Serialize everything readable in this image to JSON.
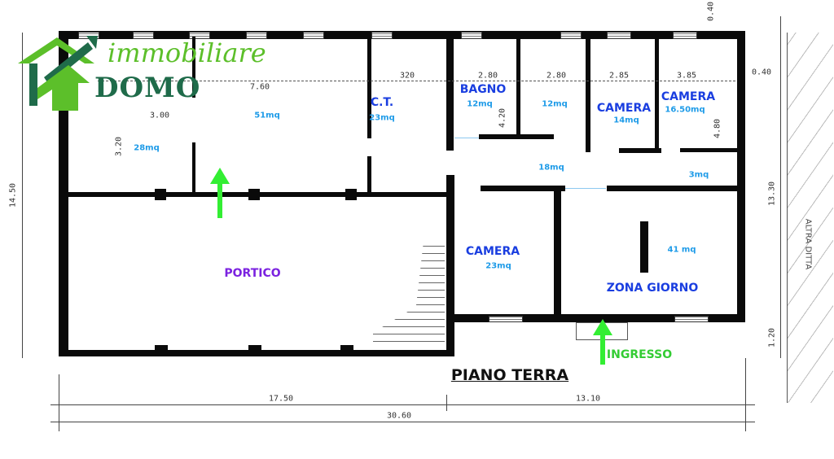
{
  "logo": {
    "line1": "immobiliare",
    "line2": "DOMO",
    "colors": {
      "light_green": "#5cbf2a",
      "dark_green": "#1f6b4a"
    }
  },
  "title": "PIANO TERRA",
  "rooms": [
    {
      "name": "",
      "area": "28mq"
    },
    {
      "name": "",
      "area": "51mq"
    },
    {
      "name": "C.T.",
      "area": "23mq"
    },
    {
      "name": "BAGNO",
      "area": "12mq"
    },
    {
      "name": "",
      "area": "12mq"
    },
    {
      "name": "CAMERA",
      "area": "14mq"
    },
    {
      "name": "CAMERA",
      "area": "16.50mq"
    },
    {
      "name": "",
      "area": "18mq"
    },
    {
      "name": "",
      "area": "3mq"
    },
    {
      "name": "PORTICO",
      "area": ""
    },
    {
      "name": "CAMERA",
      "area": "23mq"
    },
    {
      "name": "ZONA GIORNO",
      "area": "41 mq"
    }
  ],
  "entrance_label": "INGRESSO",
  "neighbour_label": "ALTRA DITTA",
  "dimensions": {
    "top": [
      "3.00",
      "7.60",
      "320",
      "2.80",
      "2.80",
      "2.85",
      "3.85",
      "0.40",
      "0.40"
    ],
    "left_height": "14.50",
    "right_height": "13.30",
    "right_offset": "1.20",
    "room_depths": [
      "3.20",
      "4.20",
      "4.80"
    ],
    "bottom_parts": [
      "17.50",
      "13.10"
    ],
    "bottom_total": "30.60"
  },
  "colors": {
    "room_label": "#1a3ee0",
    "area_label": "#1e9be8",
    "portico": "#7b22e0",
    "arrow": "#33ee33",
    "walls": "#0a0a0a"
  }
}
